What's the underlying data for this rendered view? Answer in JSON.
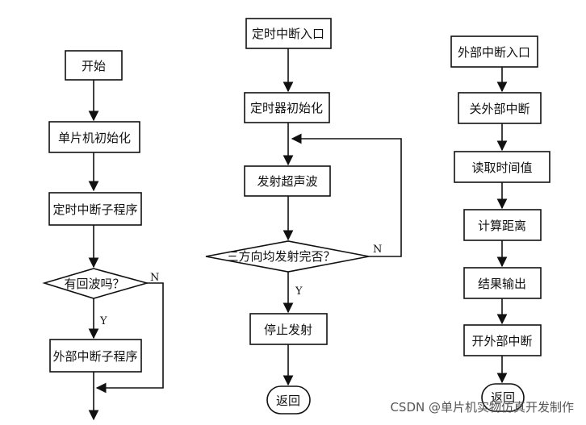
{
  "flow1": {
    "start": "开始",
    "init": "单片机初始化",
    "timer_routine": "定时中断子程序",
    "decision": "有回波吗？",
    "yes": "Y",
    "no": "N",
    "ext_routine": "外部中断子程序"
  },
  "flow2": {
    "entry": "定时中断入口",
    "timer_init": "定时器初始化",
    "send": "发射超声波",
    "decision": "三方向均发射完否？",
    "yes": "Y",
    "no": "N",
    "stop": "停止发射",
    "return": "返回"
  },
  "flow3": {
    "entry": "外部中断入口",
    "disable": "关外部中断",
    "read": "读取时间值",
    "calc": "计算距离",
    "output": "结果输出",
    "enable": "开外部中断",
    "return": "返回"
  },
  "watermark": "CSDN @单片机实物仿真开发制作"
}
